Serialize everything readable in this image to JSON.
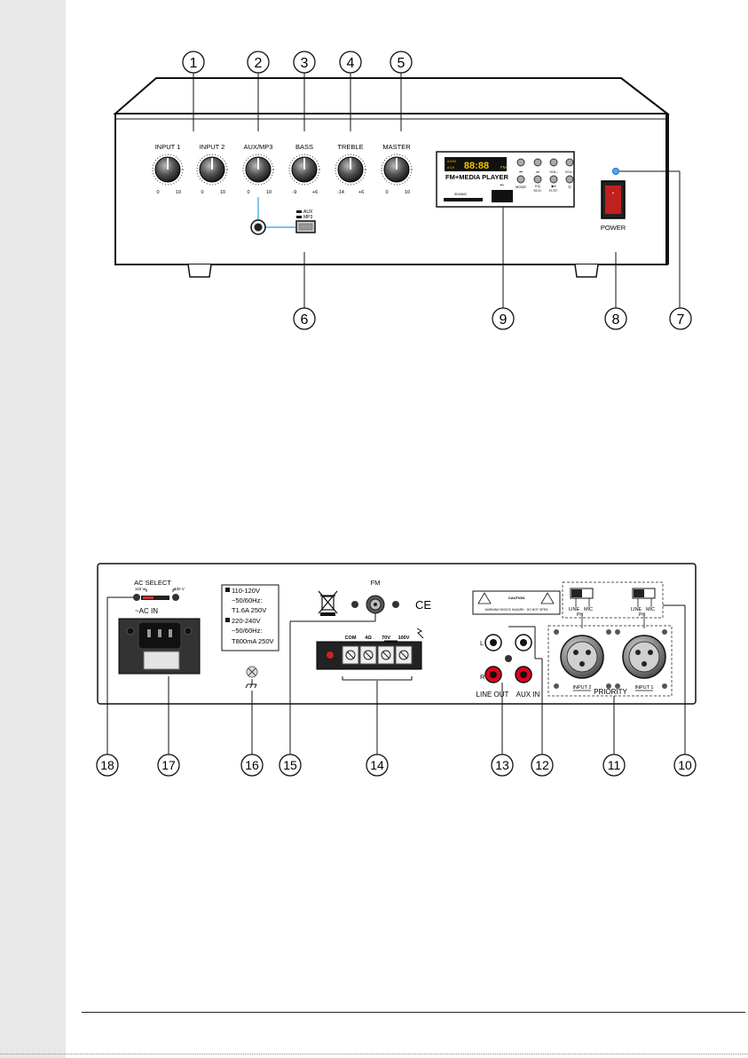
{
  "front_panel": {
    "knobs": [
      {
        "label": "INPUT 1",
        "min": "0",
        "max": "10"
      },
      {
        "label": "INPUT 2",
        "min": "0",
        "max": "10"
      },
      {
        "label": "AUX/MP3",
        "min": "0",
        "max": "10"
      },
      {
        "label": "BASS",
        "min": "-9",
        "max": "+6"
      },
      {
        "label": "TREBLE",
        "min": "-14",
        "max": "+6"
      },
      {
        "label": "MASTER",
        "min": "0",
        "max": "10"
      }
    ],
    "switch_aux": "AUX",
    "switch_mp3": "MP3",
    "media_player_title": "FM+MEDIA PLAYER",
    "display_time": "88:88",
    "display_fm": "FM",
    "display_small1": "A  KHZ",
    "display_small2": "A  CH",
    "sd_label": "SD/MMC",
    "usb_glyph": "⭠",
    "player_buttons": [
      "⏮",
      "⏭",
      "VOL-",
      "VOL+",
      "MODE",
      "EQ",
      "SCH.",
      "▶‖",
      "R.ST.",
      "⏻"
    ],
    "power_label": "POWER",
    "callouts": [
      "1",
      "2",
      "3",
      "4",
      "5",
      "6",
      "7",
      "8",
      "9"
    ]
  },
  "rear_panel": {
    "ac_select_label": "AC SELECT",
    "ac_115": "115 V",
    "ac_230": "230 V",
    "ac_in_label": "~AC IN",
    "fuse_lines": [
      "110-120V",
      "~50/60Hz:",
      "T1.6A  250V",
      "220-240V",
      "~50/60Hz:",
      "T800mA  250V"
    ],
    "fm_label": "FM",
    "ce_label": "CE",
    "speaker_terminals": [
      "COM",
      "4Ω",
      "70V",
      "100V"
    ],
    "caution_title": "CAUTION",
    "caution_text": "WARNING:SHOCK HAZARD · DO NOT OPEN",
    "rca_l": "L",
    "rca_r": "R",
    "line_out": "LINE OUT",
    "aux_in": "AUX IN",
    "switch_line": "LINE",
    "switch_mic": "MIC",
    "switch_ph": "PH",
    "xlr_input2": "INPUT 2",
    "xlr_input1": "INPUT 1",
    "priority": "PRIORITY",
    "callouts": [
      "10",
      "11",
      "12",
      "13",
      "14",
      "15",
      "16",
      "17",
      "18"
    ]
  }
}
